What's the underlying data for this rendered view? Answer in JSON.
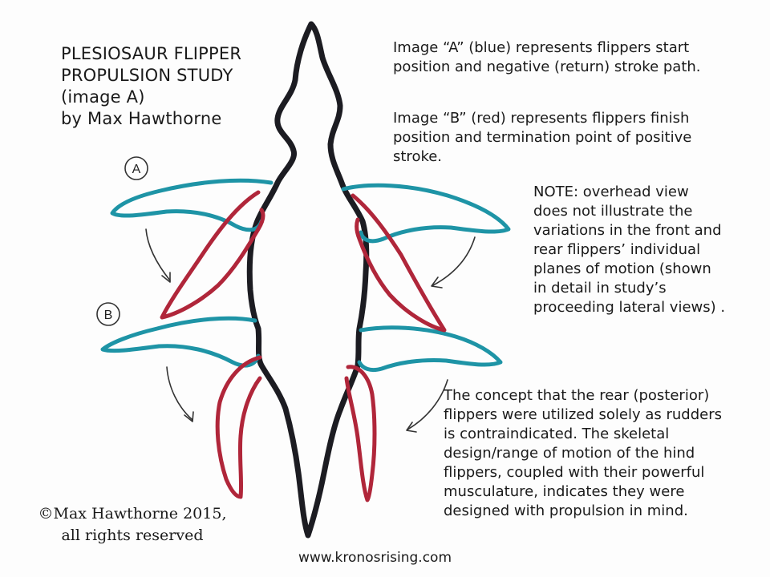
{
  "title": {
    "lines": [
      "PLESIOSAUR FLIPPER",
      "PROPULSION STUDY",
      "(image A)",
      "by Max Hawthorne"
    ]
  },
  "labels": {
    "marker_a": "A",
    "marker_b": "B"
  },
  "text_blocks": {
    "image_a": [
      "Image “A” (blue) represents flippers start",
      "position and negative (return) stroke path."
    ],
    "image_b": [
      "Image “B” (red) represents flippers finish",
      "position and termination point of positive",
      "stroke."
    ],
    "note": [
      "NOTE: overhead view",
      "does not illustrate the",
      "variations in the front and",
      "rear flippers’ individual",
      "planes of motion (shown",
      "in detail in study’s",
      "proceeding lateral views) ."
    ],
    "posterior": [
      "The concept that the rear (posterior)",
      "flippers were utilized solely as rudders",
      "is contraindicated. The skeletal",
      "design/range of motion of the hind",
      "flippers, coupled with their powerful",
      "musculature, indicates they were",
      "designed with propulsion in mind."
    ]
  },
  "footer": {
    "copyright": [
      "©Max Hawthorne 2015,",
      "all rights reserved"
    ],
    "website": "www.kronosrising.com"
  },
  "colors": {
    "body_outline": "#1c1c22",
    "blue_flippers": "#1e94a6",
    "red_flippers": "#b0263a",
    "arrows": "#333333"
  }
}
